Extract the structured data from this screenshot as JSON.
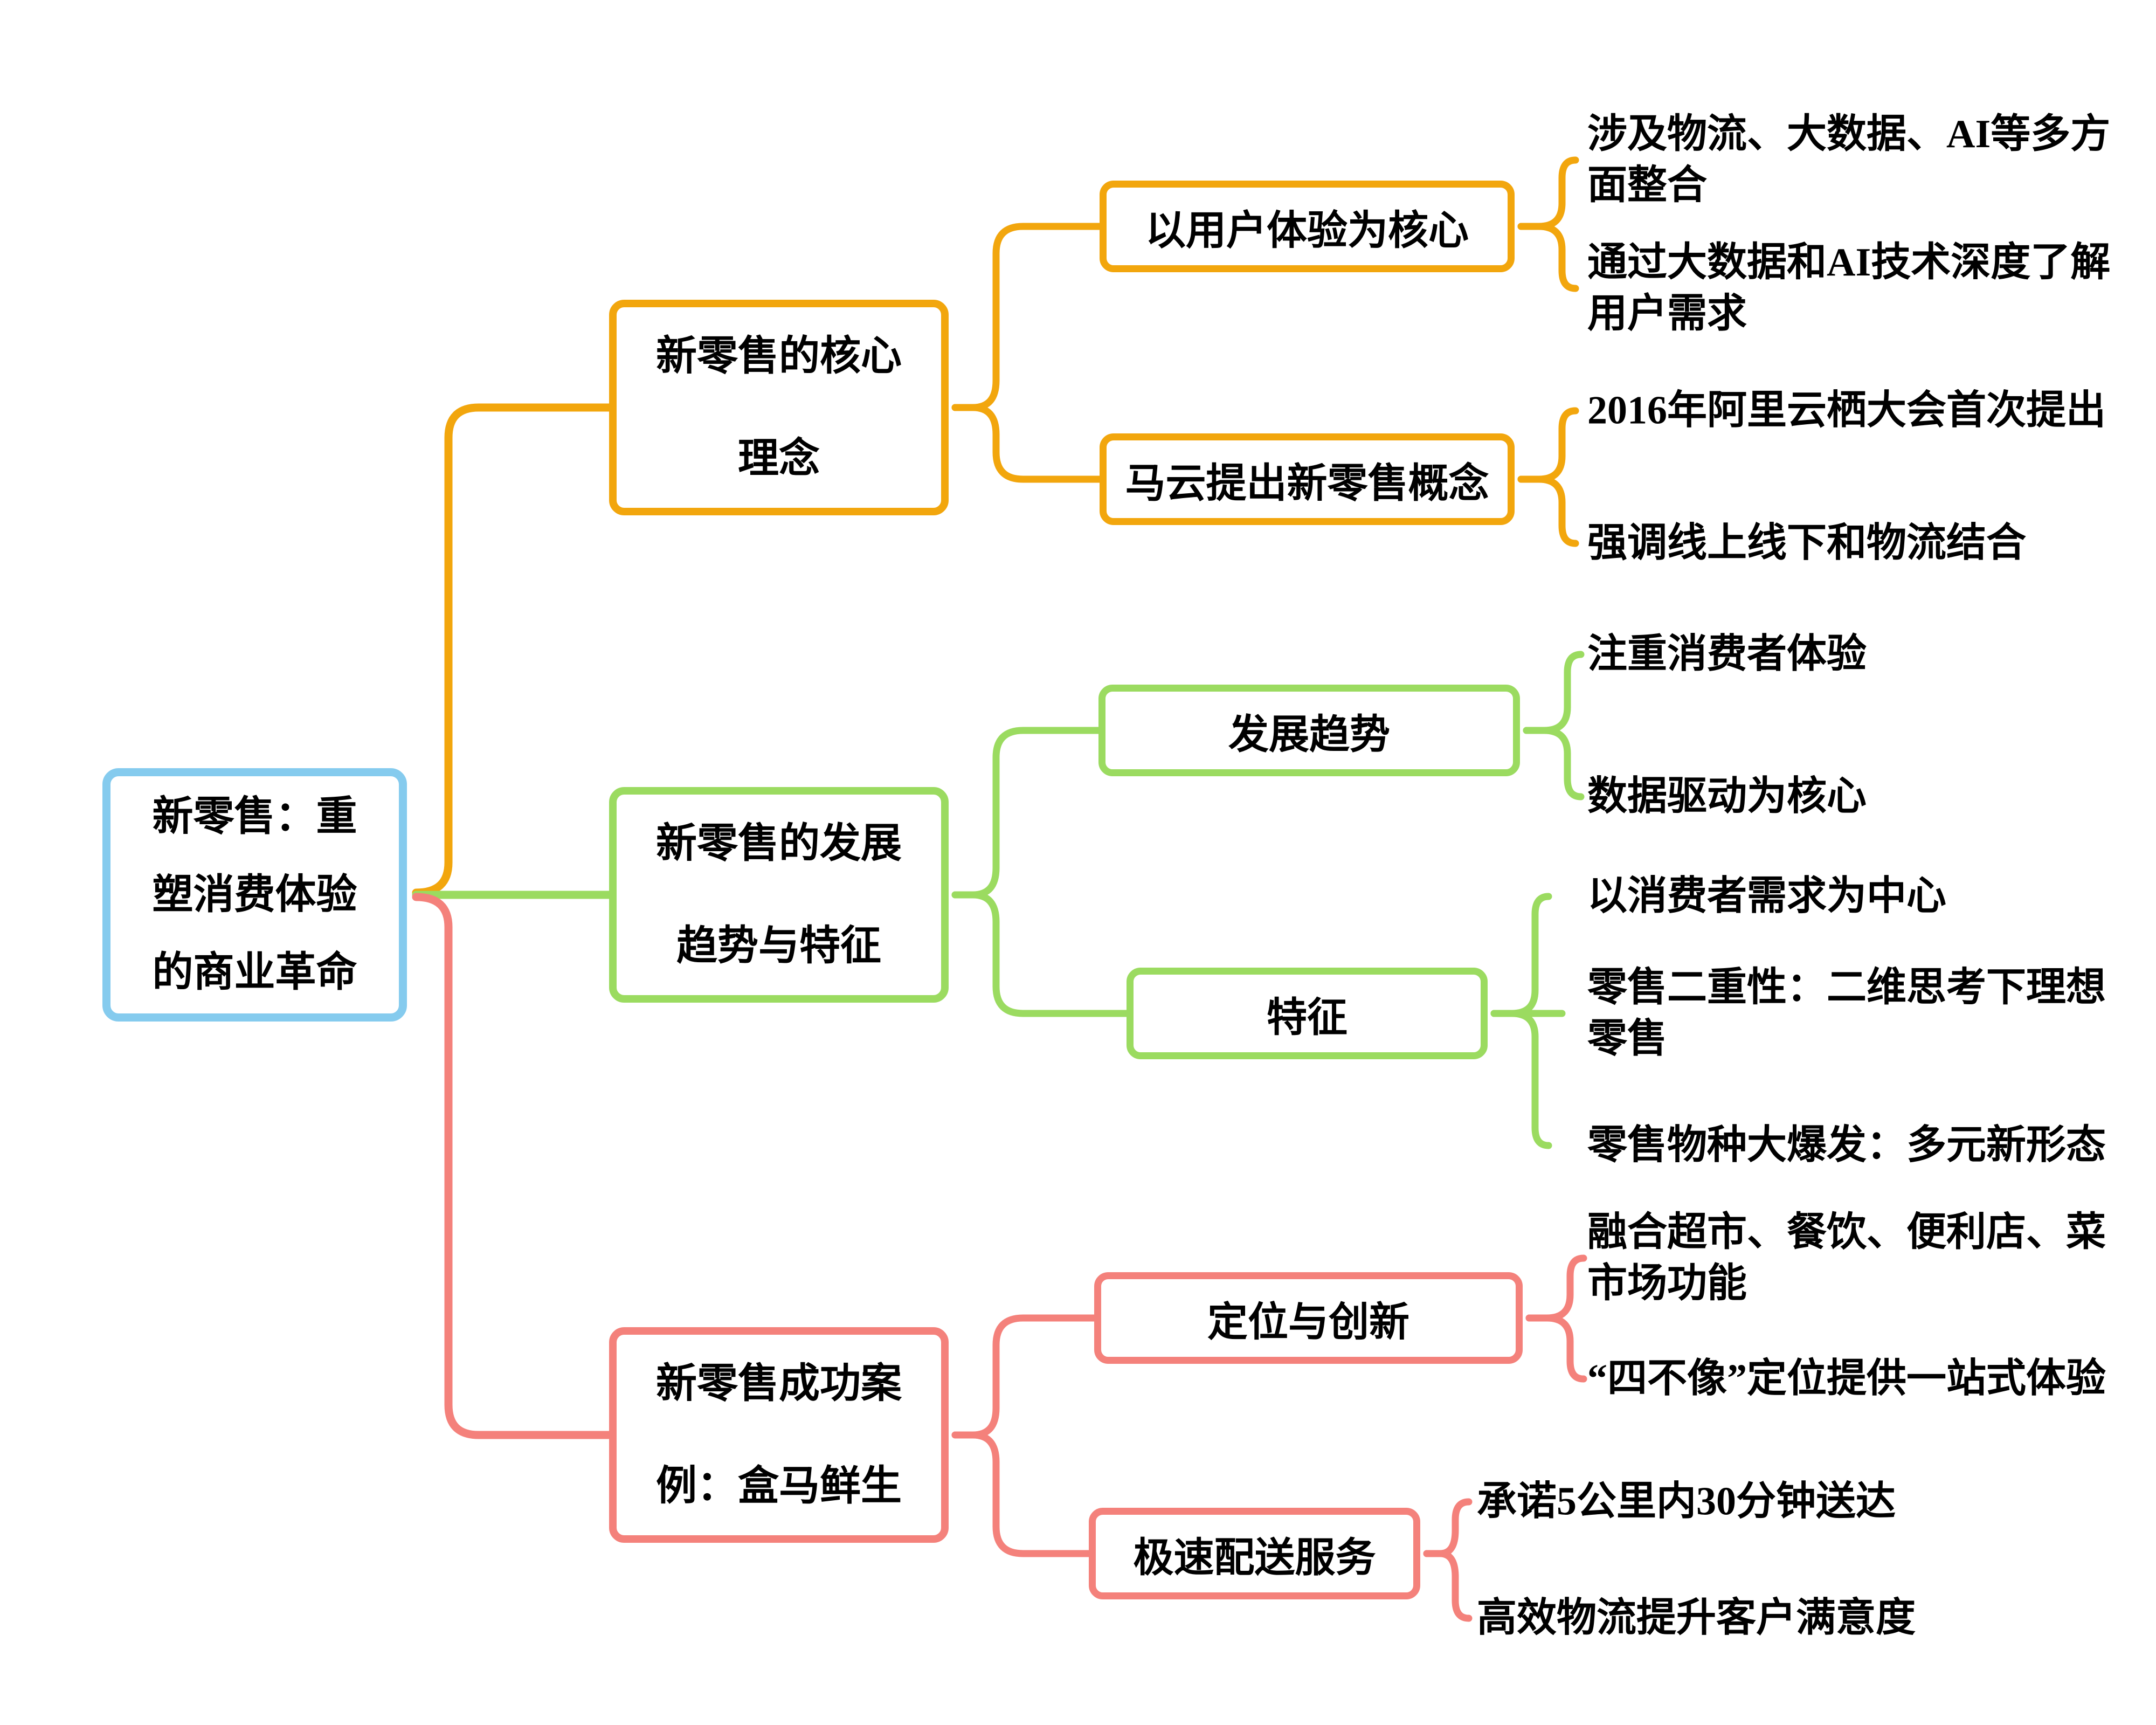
{
  "root": {
    "label": "新零售：重塑消费体验的商业革命",
    "color": "#85CBEE"
  },
  "branches": [
    {
      "label": "新零售的核心理念",
      "color": "#F2A60D",
      "children": [
        {
          "label": "以用户体验为核心",
          "leaves": [
            "涉及物流、大数据、AI等多方面整合",
            "通过大数据和AI技术深度了解用户需求"
          ]
        },
        {
          "label": "马云提出新零售概念",
          "leaves": [
            "2016年阿里云栖大会首次提出",
            "强调线上线下和物流结合"
          ]
        }
      ]
    },
    {
      "label": "新零售的发展趋势与特征",
      "color": "#9BDB60",
      "children": [
        {
          "label": "发展趋势",
          "leaves": [
            "注重消费者体验",
            "数据驱动为核心"
          ]
        },
        {
          "label": "特征",
          "leaves": [
            "以消费者需求为中心",
            "零售二重性：二维思考下理想零售",
            "零售物种大爆发：多元新形态"
          ]
        }
      ]
    },
    {
      "label": "新零售成功案例：盒马鲜生",
      "color": "#F4817B",
      "children": [
        {
          "label": "定位与创新",
          "leaves": [
            "融合超市、餐饮、便利店、菜市场功能",
            "“四不像”定位提供一站式体验"
          ]
        },
        {
          "label": "极速配送服务",
          "leaves": [
            "承诺5公里内30分钟送达",
            "高效物流提升客户满意度"
          ]
        }
      ]
    }
  ]
}
